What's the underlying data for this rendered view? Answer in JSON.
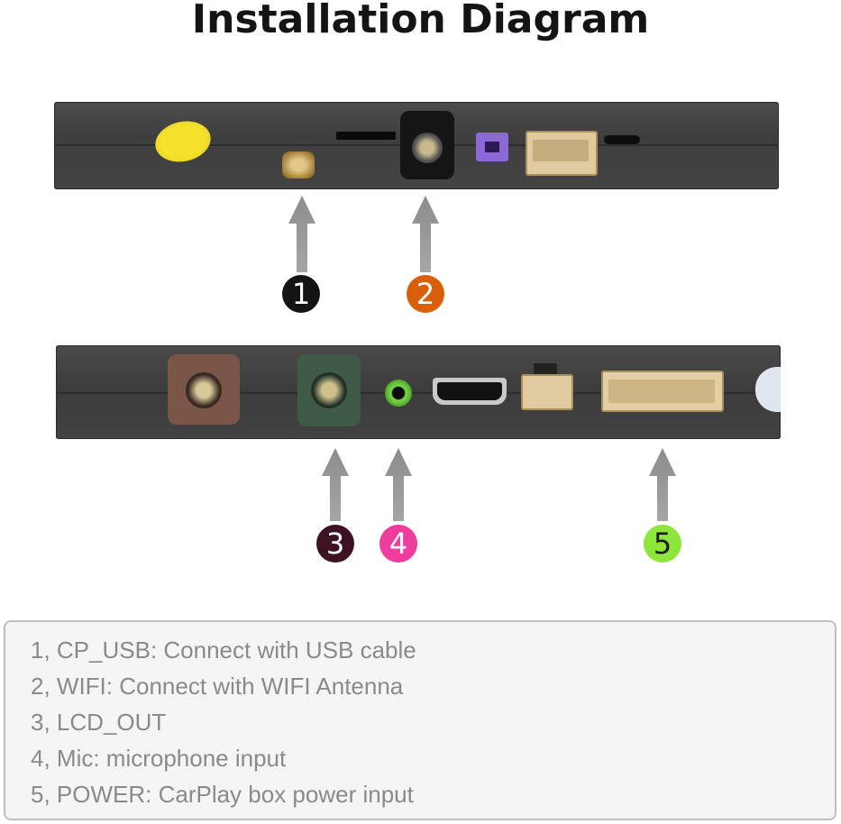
{
  "title": "Installation Diagram",
  "markers": [
    {
      "number": "1",
      "color": "#141414"
    },
    {
      "number": "2",
      "color": "#d8600a"
    },
    {
      "number": "3",
      "color": "#3d1222"
    },
    {
      "number": "4",
      "color": "#ee3d9c"
    },
    {
      "number": "5",
      "color": "#8ee63c"
    }
  ],
  "legend": [
    "1, CP_USB: Connect with USB cable",
    "2, WIFI: Connect with WIFI Antenna",
    "3, LCD_OUT",
    "4, Mic: microphone input",
    "5, POWER: CarPlay box power input"
  ]
}
